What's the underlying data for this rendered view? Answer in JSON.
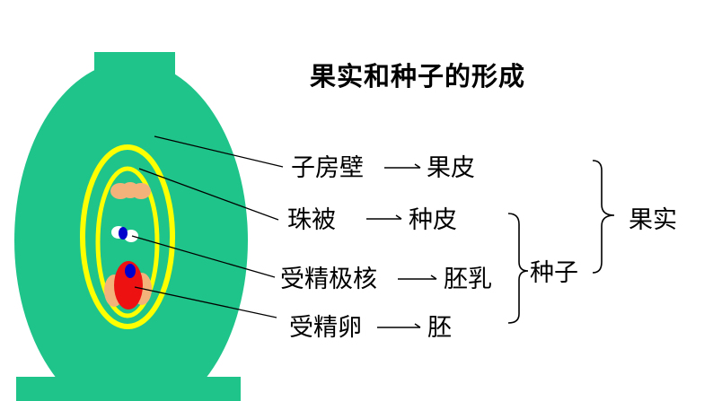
{
  "title": "果实和种子的形成",
  "rows": [
    {
      "source": "子房壁",
      "result": "果皮"
    },
    {
      "source": "珠被",
      "result": "种皮"
    },
    {
      "source": "受精极核",
      "result": "胚乳"
    },
    {
      "source": "受精卵",
      "result": "胚"
    }
  ],
  "groups": {
    "seed": "种子",
    "fruit": "果实"
  },
  "colors": {
    "ovary_wall": "#1fc48a",
    "integument": "#ffff00",
    "polar_white": "#ffffff",
    "nucleus_blue": "#0000cc",
    "egg_red": "#ee1111",
    "cell_peach": "#f2b27a",
    "connector": "#000000"
  }
}
